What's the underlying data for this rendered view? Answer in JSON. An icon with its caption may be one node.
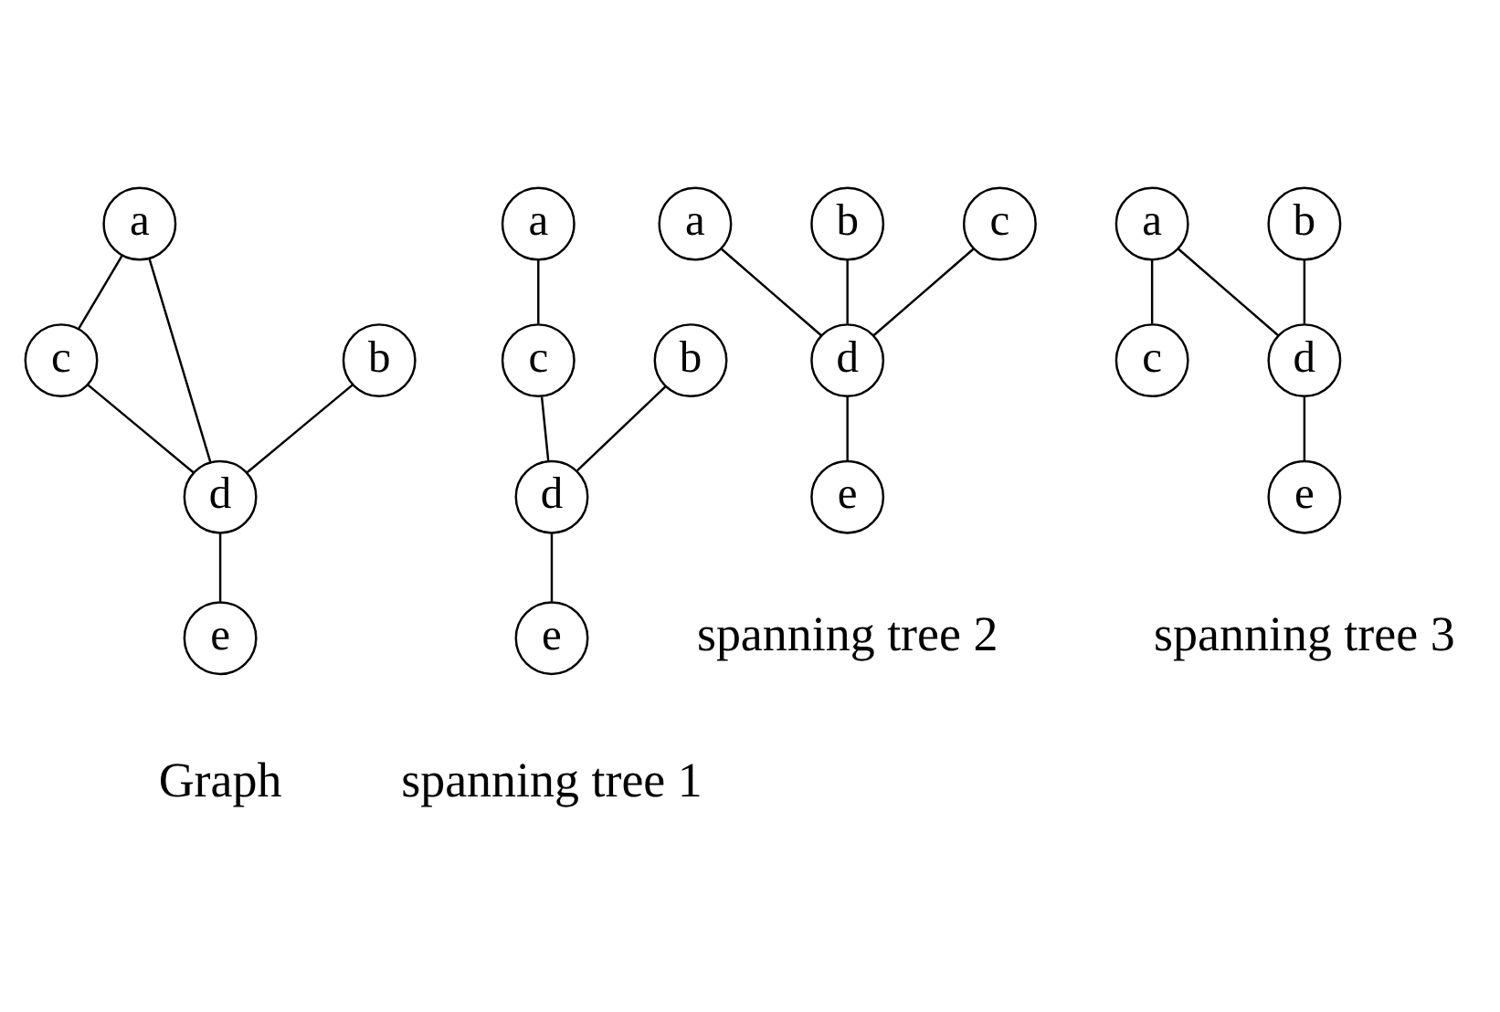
{
  "diagram": {
    "nodes": [
      {
        "text": [
          "a"
        ]
      },
      {
        "text": [
          "b"
        ]
      },
      {
        "text": [
          "c"
        ]
      },
      {
        "text": [
          "d"
        ]
      },
      {
        "text": [
          "e"
        ]
      },
      {
        "text": [
          "a"
        ]
      },
      {
        "text": [
          "b"
        ]
      },
      {
        "text": [
          "c"
        ]
      },
      {
        "text": [
          "d"
        ]
      },
      {
        "text": [
          "e"
        ]
      },
      {
        "text": [
          "a"
        ]
      },
      {
        "text": [
          "b"
        ]
      },
      {
        "text": [
          "c"
        ]
      },
      {
        "text": [
          "d"
        ]
      },
      {
        "text": [
          "e"
        ]
      },
      {
        "text": [
          "a"
        ]
      },
      {
        "text": [
          "b"
        ]
      },
      {
        "text": [
          "c"
        ]
      },
      {
        "text": [
          "d"
        ]
      },
      {
        "text": [
          "e"
        ]
      }
    ],
    "edges": [
      {
        "from": 0,
        "to": 2,
        "arrow": "none"
      },
      {
        "from": 0,
        "to": 3,
        "arrow": "none"
      },
      {
        "from": 1,
        "to": 3,
        "arrow": "none"
      },
      {
        "from": 2,
        "to": 3,
        "arrow": "none"
      },
      {
        "from": 3,
        "to": 4,
        "arrow": "none"
      },
      {
        "from": 5,
        "to": 7,
        "arrow": "none"
      },
      {
        "from": 6,
        "to": 8,
        "arrow": "none"
      },
      {
        "from": 7,
        "to": 8,
        "arrow": "none"
      },
      {
        "from": 8,
        "to": 9,
        "arrow": "none"
      },
      {
        "from": 10,
        "to": 13,
        "arrow": "none"
      },
      {
        "from": 11,
        "to": 13,
        "arrow": "none"
      },
      {
        "from": 12,
        "to": 13,
        "arrow": "none"
      },
      {
        "from": 13,
        "to": 14,
        "arrow": "none"
      },
      {
        "from": 15,
        "to": 17,
        "arrow": "none"
      },
      {
        "from": 15,
        "to": 18,
        "arrow": "none"
      },
      {
        "from": 16,
        "to": 18,
        "arrow": "none"
      },
      {
        "from": 18,
        "to": 19,
        "arrow": "none"
      }
    ],
    "labels": [
      "Graph",
      "spanning tree 1",
      "spanning tree 2",
      "spanning tree 3"
    ]
  }
}
